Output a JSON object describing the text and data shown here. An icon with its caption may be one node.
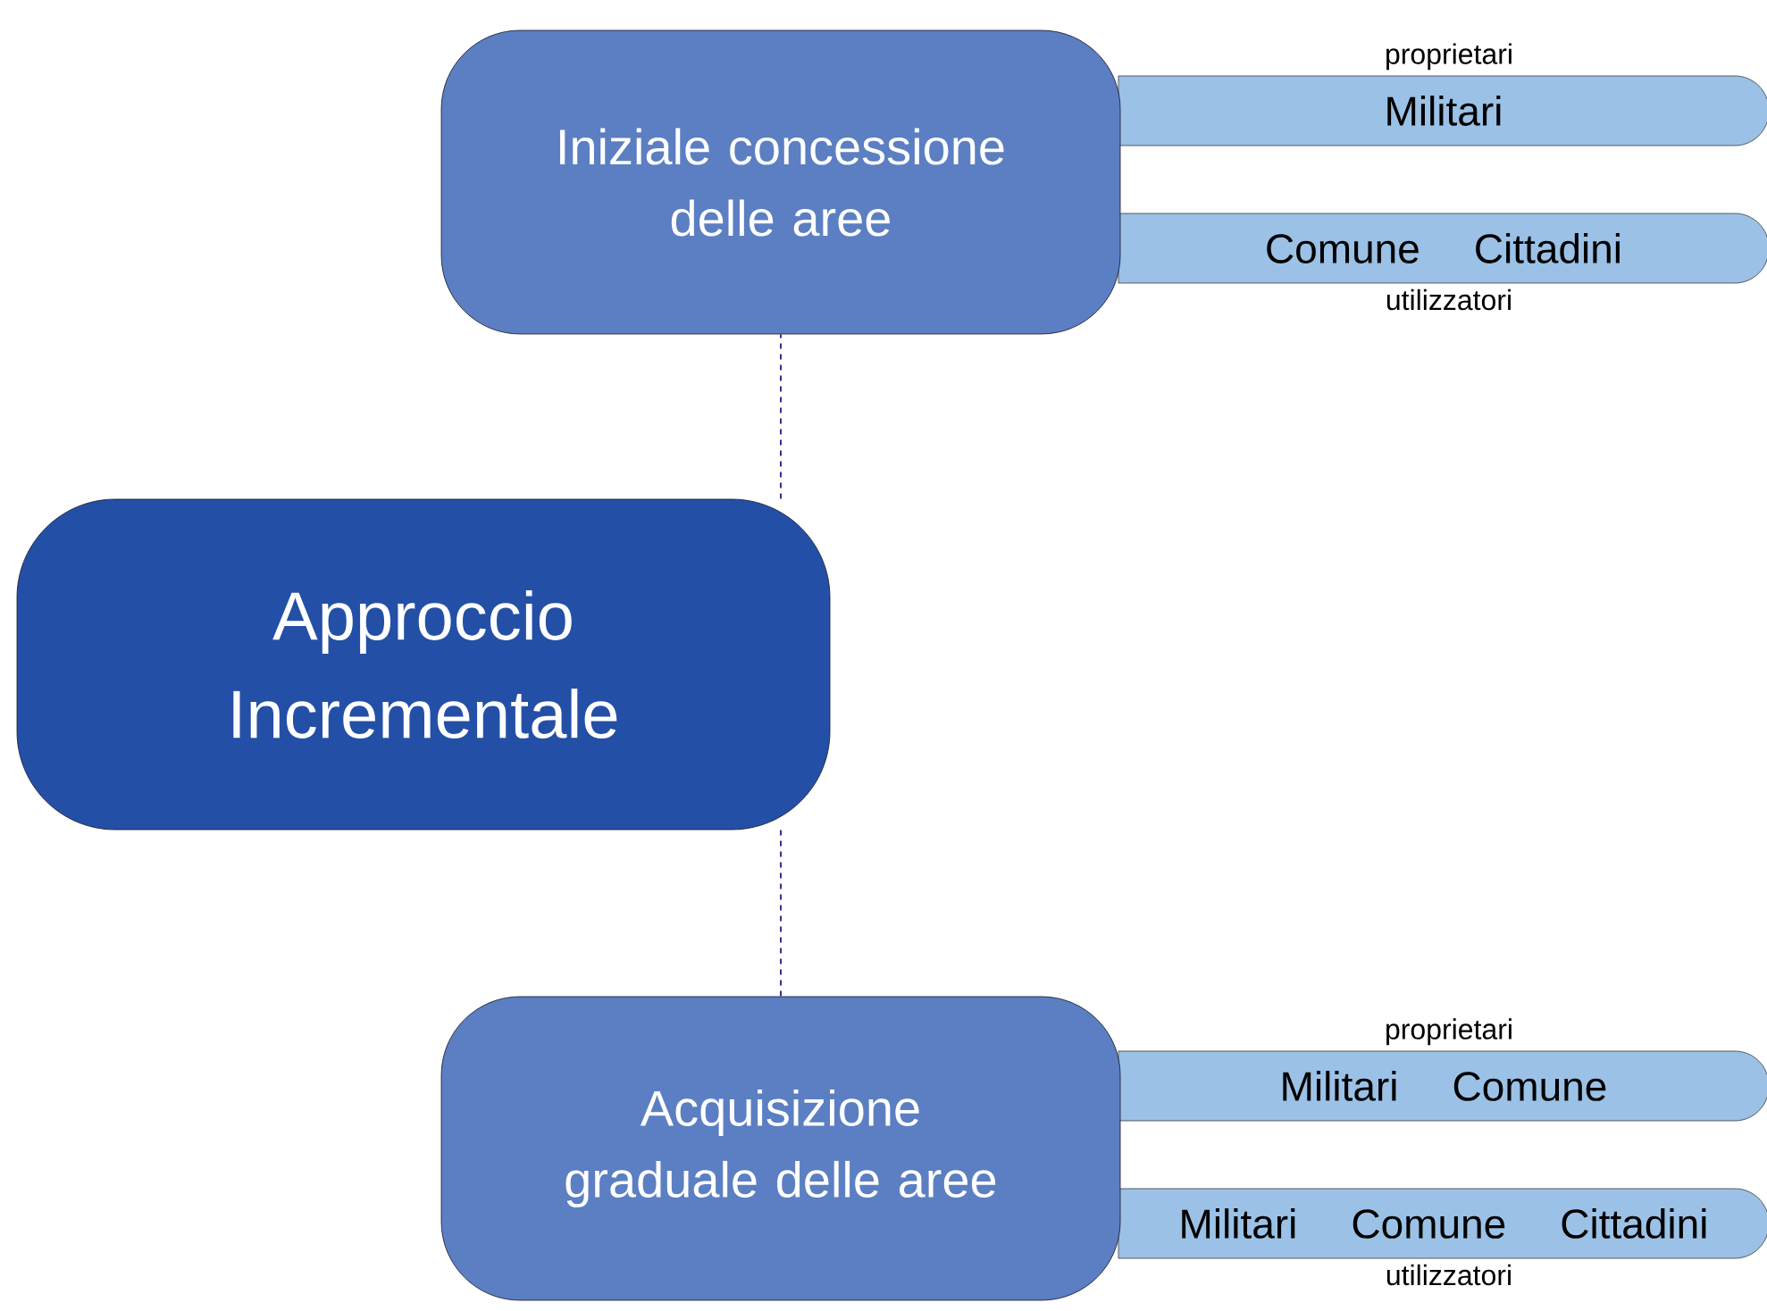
{
  "diagram": {
    "nodes": [
      {
        "text": [
          "Iniziale concessione delle aree"
        ]
      },
      {
        "text": [
          "Militari"
        ],
        "beside": [
          "proprietari"
        ]
      },
      {
        "text": [
          "Comune",
          "Cittadini"
        ],
        "beside": [
          "utilizzatori"
        ]
      },
      {
        "text": [
          "Approccio Incrementale"
        ]
      },
      {
        "text": [
          "Acquisizione graduale delle aree"
        ]
      },
      {
        "text": [
          "Militari",
          "Comune"
        ],
        "beside": [
          "proprietari"
        ]
      },
      {
        "text": [
          "Militari",
          "Comune",
          "Cittadini"
        ],
        "beside": [
          "utilizzatori"
        ]
      }
    ],
    "edges": [
      {
        "from": 3,
        "to": 0,
        "arrow": "none",
        "style": "dashed"
      },
      {
        "from": 3,
        "to": 4,
        "arrow": "none",
        "style": "dashed"
      }
    ]
  }
}
